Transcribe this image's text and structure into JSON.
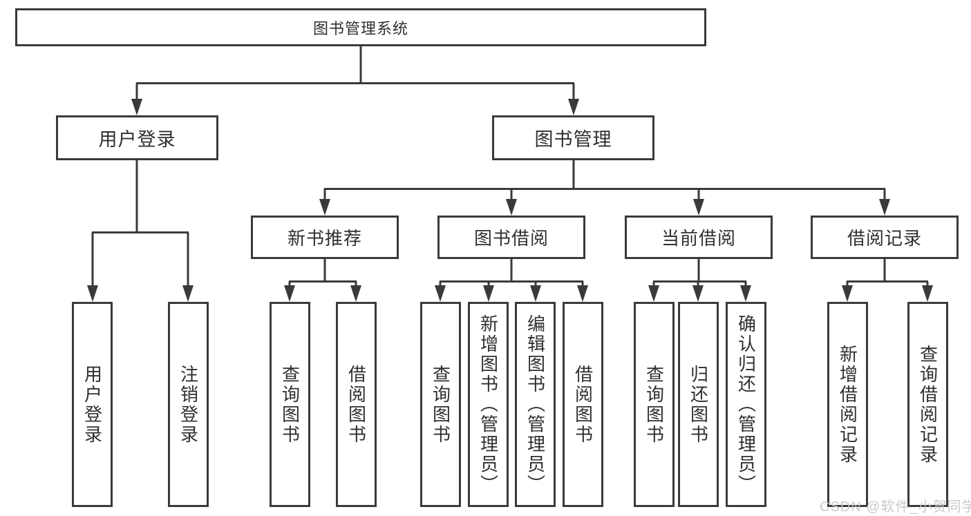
{
  "tree": {
    "label": "图书管理系统",
    "children": [
      {
        "label": "用户登录",
        "children": [
          {
            "label": "用户登录"
          },
          {
            "label": "注销登录"
          }
        ]
      },
      {
        "label": "图书管理",
        "children": [
          {
            "label": "新书推荐",
            "children": [
              {
                "label": "查询图书"
              },
              {
                "label": "借阅图书"
              }
            ]
          },
          {
            "label": "图书借阅",
            "children": [
              {
                "label": "查询图书"
              },
              {
                "label": "新增图书（管理员）"
              },
              {
                "label": "编辑图书（管理员）"
              },
              {
                "label": "借阅图书"
              }
            ]
          },
          {
            "label": "当前借阅",
            "children": [
              {
                "label": "查询图书"
              },
              {
                "label": "归还图书"
              },
              {
                "label": "确认归还（管理员）"
              }
            ]
          },
          {
            "label": "借阅记录",
            "children": [
              {
                "label": "新增借阅记录"
              },
              {
                "label": "查询借阅记录"
              }
            ]
          }
        ]
      }
    ]
  },
  "watermark": "CSDN @软件_小贺同学",
  "colors": {
    "line": "#3a3a3a",
    "text": "#2f2f2f",
    "watermark": "#c5c5c5",
    "background": "#ffffff"
  }
}
